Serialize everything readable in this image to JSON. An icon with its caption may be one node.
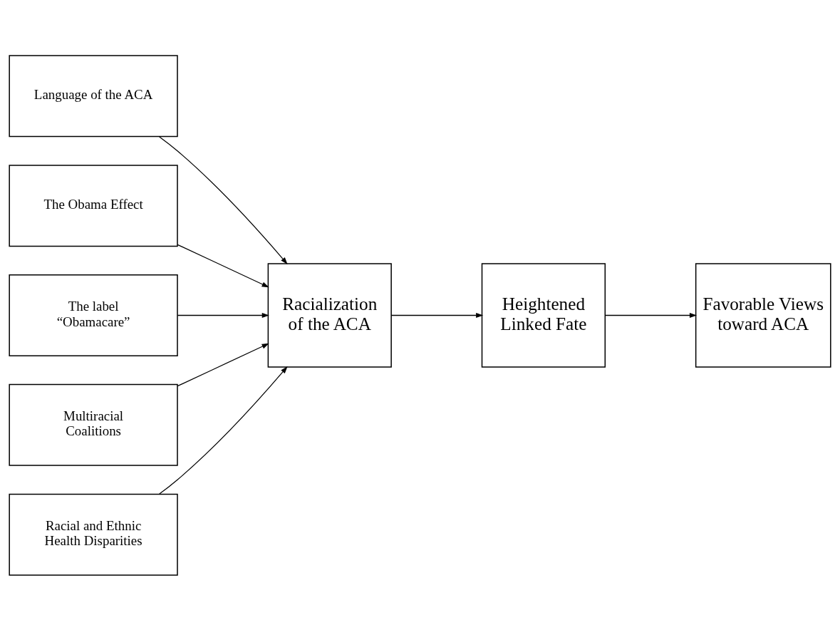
{
  "diagram": {
    "nodes": [
      {
        "text": [
          "Language of the ACA"
        ]
      },
      {
        "text": [
          "The Obama Effect"
        ]
      },
      {
        "text": [
          "The label “Obamacare”"
        ]
      },
      {
        "text": [
          "Multiracial Coalitions"
        ]
      },
      {
        "text": [
          "Racial and Ethnic Health Disparities"
        ]
      },
      {
        "text": [
          "Racialization of the ACA"
        ]
      },
      {
        "text": [
          "Heightened Linked Fate"
        ]
      },
      {
        "text": [
          "Favorable Views toward ACA"
        ]
      }
    ],
    "edges": [
      {
        "from": 0,
        "to": 5,
        "arrow": "to"
      },
      {
        "from": 1,
        "to": 5,
        "arrow": "to"
      },
      {
        "from": 2,
        "to": 5,
        "arrow": "to"
      },
      {
        "from": 3,
        "to": 5,
        "arrow": "to"
      },
      {
        "from": 4,
        "to": 5,
        "arrow": "to"
      },
      {
        "from": 5,
        "to": 6,
        "arrow": "to"
      },
      {
        "from": 6,
        "to": 7,
        "arrow": "to"
      }
    ]
  }
}
